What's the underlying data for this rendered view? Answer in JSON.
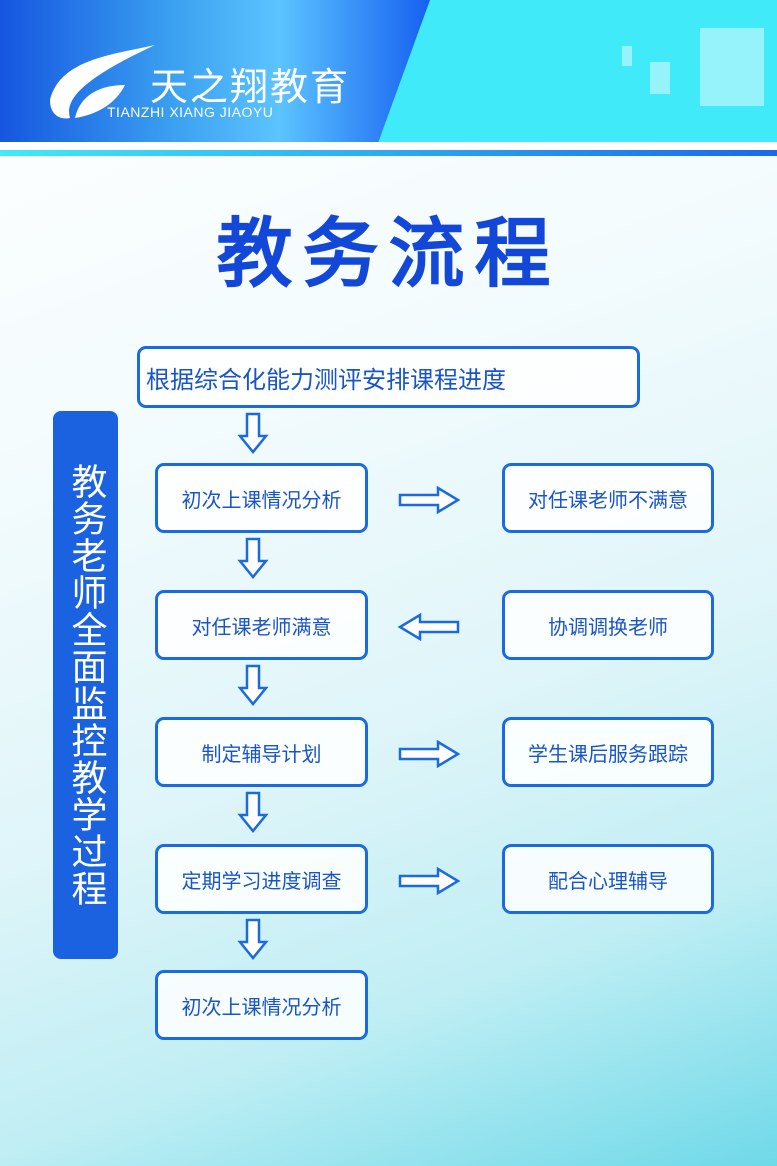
{
  "header": {
    "brand": "天之翔教育",
    "brand_sub": "TIANZHI XIANG JIAOYU"
  },
  "title": "教务流程",
  "sidebar_label": "教务老师全面监控教学过程",
  "top_step": "根据综合化能力测评安排课程进度",
  "left_steps": [
    "初次上课情况分析",
    "对任课老师满意",
    "制定辅导计划",
    "定期学习进度调查",
    "初次上课情况分析"
  ],
  "right_steps": [
    "对任课老师不满意",
    "协调调换老师",
    "学生课后服务跟踪",
    "配合心理辅导"
  ],
  "horizontal_arrows": [
    "right",
    "left",
    "right",
    "right"
  ],
  "colors": {
    "primary": "#1a6ae0",
    "title": "#1247d8",
    "header_cyan": "#40eaf8"
  }
}
